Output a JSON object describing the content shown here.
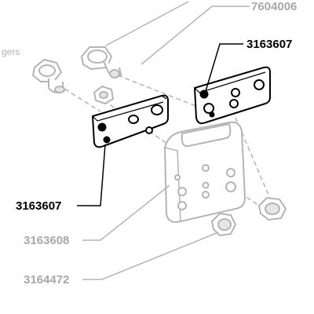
{
  "labels": {
    "part_7604006": "7604006",
    "part_3163607_top": "3163607",
    "part_3163607_left": "3163607",
    "part_3163608": "3163608",
    "part_3164472": "3164472",
    "partial_gers": "gers"
  },
  "colors": {
    "highlight": "#000000",
    "muted": "#b4b4b4",
    "background": "#ffffff"
  }
}
